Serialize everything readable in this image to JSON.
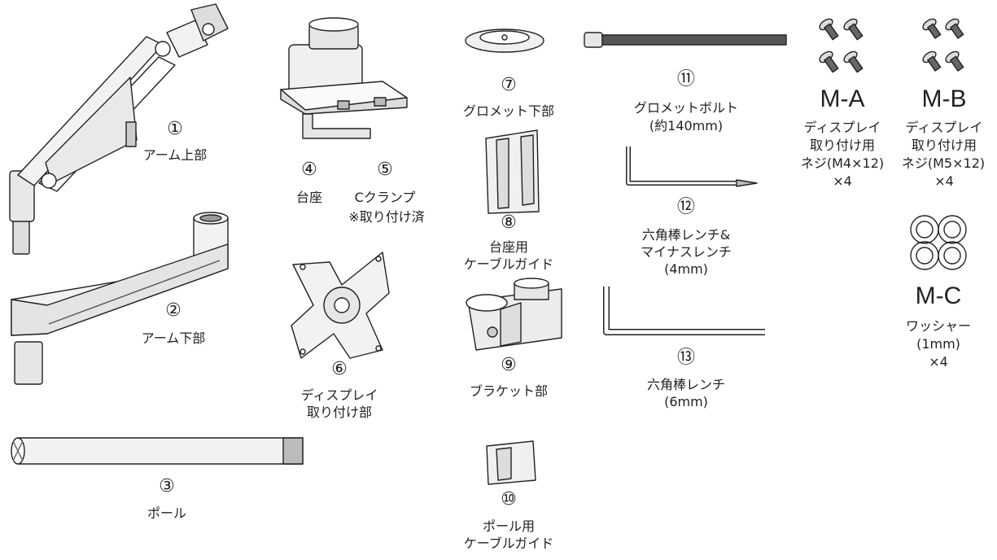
{
  "parts": [
    {
      "id": "arm-upper",
      "number": "①",
      "label": "アーム上部"
    },
    {
      "id": "arm-lower",
      "number": "②",
      "label": "アーム下部"
    },
    {
      "id": "pole",
      "number": "③",
      "label": "ポール"
    },
    {
      "id": "base",
      "number": "④",
      "label": "台座"
    },
    {
      "id": "c-clamp",
      "number": "⑤",
      "label": "Cクランプ",
      "note": "※取り付け済"
    },
    {
      "id": "display-mount",
      "number": "⑥",
      "label_line1": "ディスプレイ",
      "label_line2": "取り付け部"
    },
    {
      "id": "grommet-lower",
      "number": "⑦",
      "label": "グロメット下部"
    },
    {
      "id": "base-cable-guide",
      "number": "⑧",
      "label_line1": "台座用",
      "label_line2": "ケーブルガイド"
    },
    {
      "id": "bracket",
      "number": "⑨",
      "label": "ブラケット部"
    },
    {
      "id": "pole-cable-guide",
      "number": "⑩",
      "label_line1": "ポール用",
      "label_line2": "ケーブルガイド"
    },
    {
      "id": "grommet-bolt",
      "number": "⑪",
      "label_line1": "グロメットボルト",
      "label_line2": "(約140mm)"
    },
    {
      "id": "hex-screwdriver",
      "number": "⑫",
      "label_line1": "六角棒レンチ&",
      "label_line2": "マイナスレンチ",
      "label_line3": "(4mm)"
    },
    {
      "id": "hex-wrench",
      "number": "⑬",
      "label_line1": "六角棒レンチ",
      "label_line2": "(6mm)"
    }
  ],
  "screws": [
    {
      "id": "M-A",
      "code": "M-A",
      "line1": "ディスプレイ",
      "line2": "取り付け用",
      "line3": "ネジ(M4×12)",
      "qty": "×4"
    },
    {
      "id": "M-B",
      "code": "M-B",
      "line1": "ディスプレイ",
      "line2": "取り付け用",
      "line3": "ネジ(M5×12)",
      "qty": "×4"
    },
    {
      "id": "M-C",
      "code": "M-C",
      "line1": "ワッシャー",
      "line2": "(1mm)",
      "qty": "×4"
    }
  ],
  "icons": {
    "arm-upper": "monitor-arm-upper-icon",
    "arm-lower": "monitor-arm-lower-icon",
    "pole": "pole-icon",
    "base": "base-clamp-icon",
    "vesa": "vesa-plate-icon",
    "grommet": "grommet-icon",
    "cable-guide": "cable-guide-icon",
    "bracket": "bracket-icon",
    "bolt": "bolt-icon",
    "hex-key": "hex-key-icon",
    "screw": "screw-icon",
    "washer": "washer-icon"
  }
}
